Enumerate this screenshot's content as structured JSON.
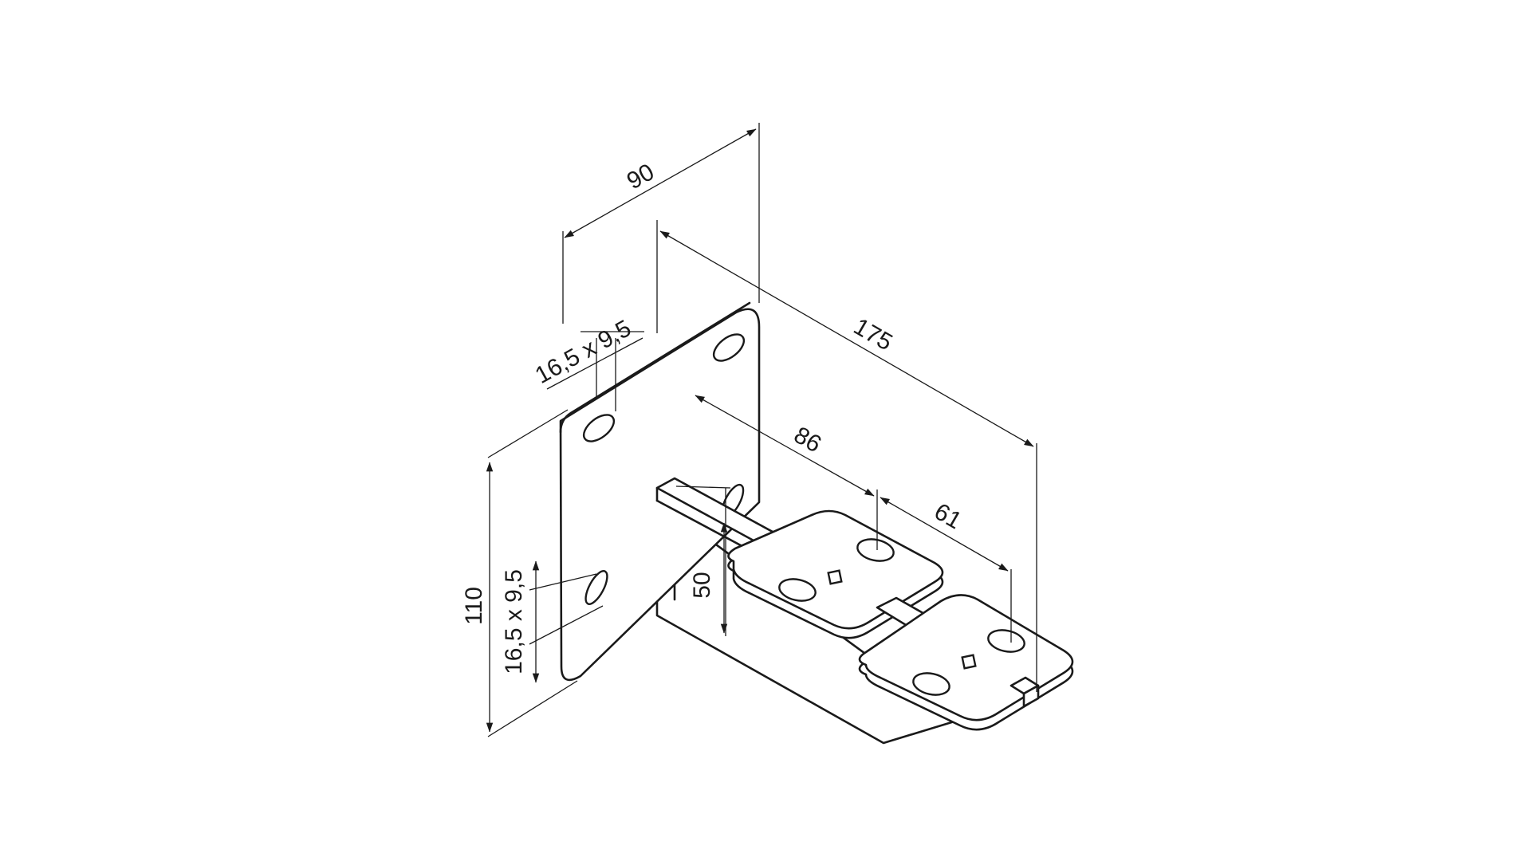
{
  "dimensions": {
    "width_top": "90",
    "depth_total": "175",
    "depth_inner": "86",
    "depth_outer": "61",
    "slot_top": "16,5 x 9,5",
    "slot_side": "16,5 x 9,5",
    "height_total": "110",
    "height_rib": "50"
  },
  "colors": {
    "line": "#1a1a1a",
    "background": "#ffffff"
  }
}
